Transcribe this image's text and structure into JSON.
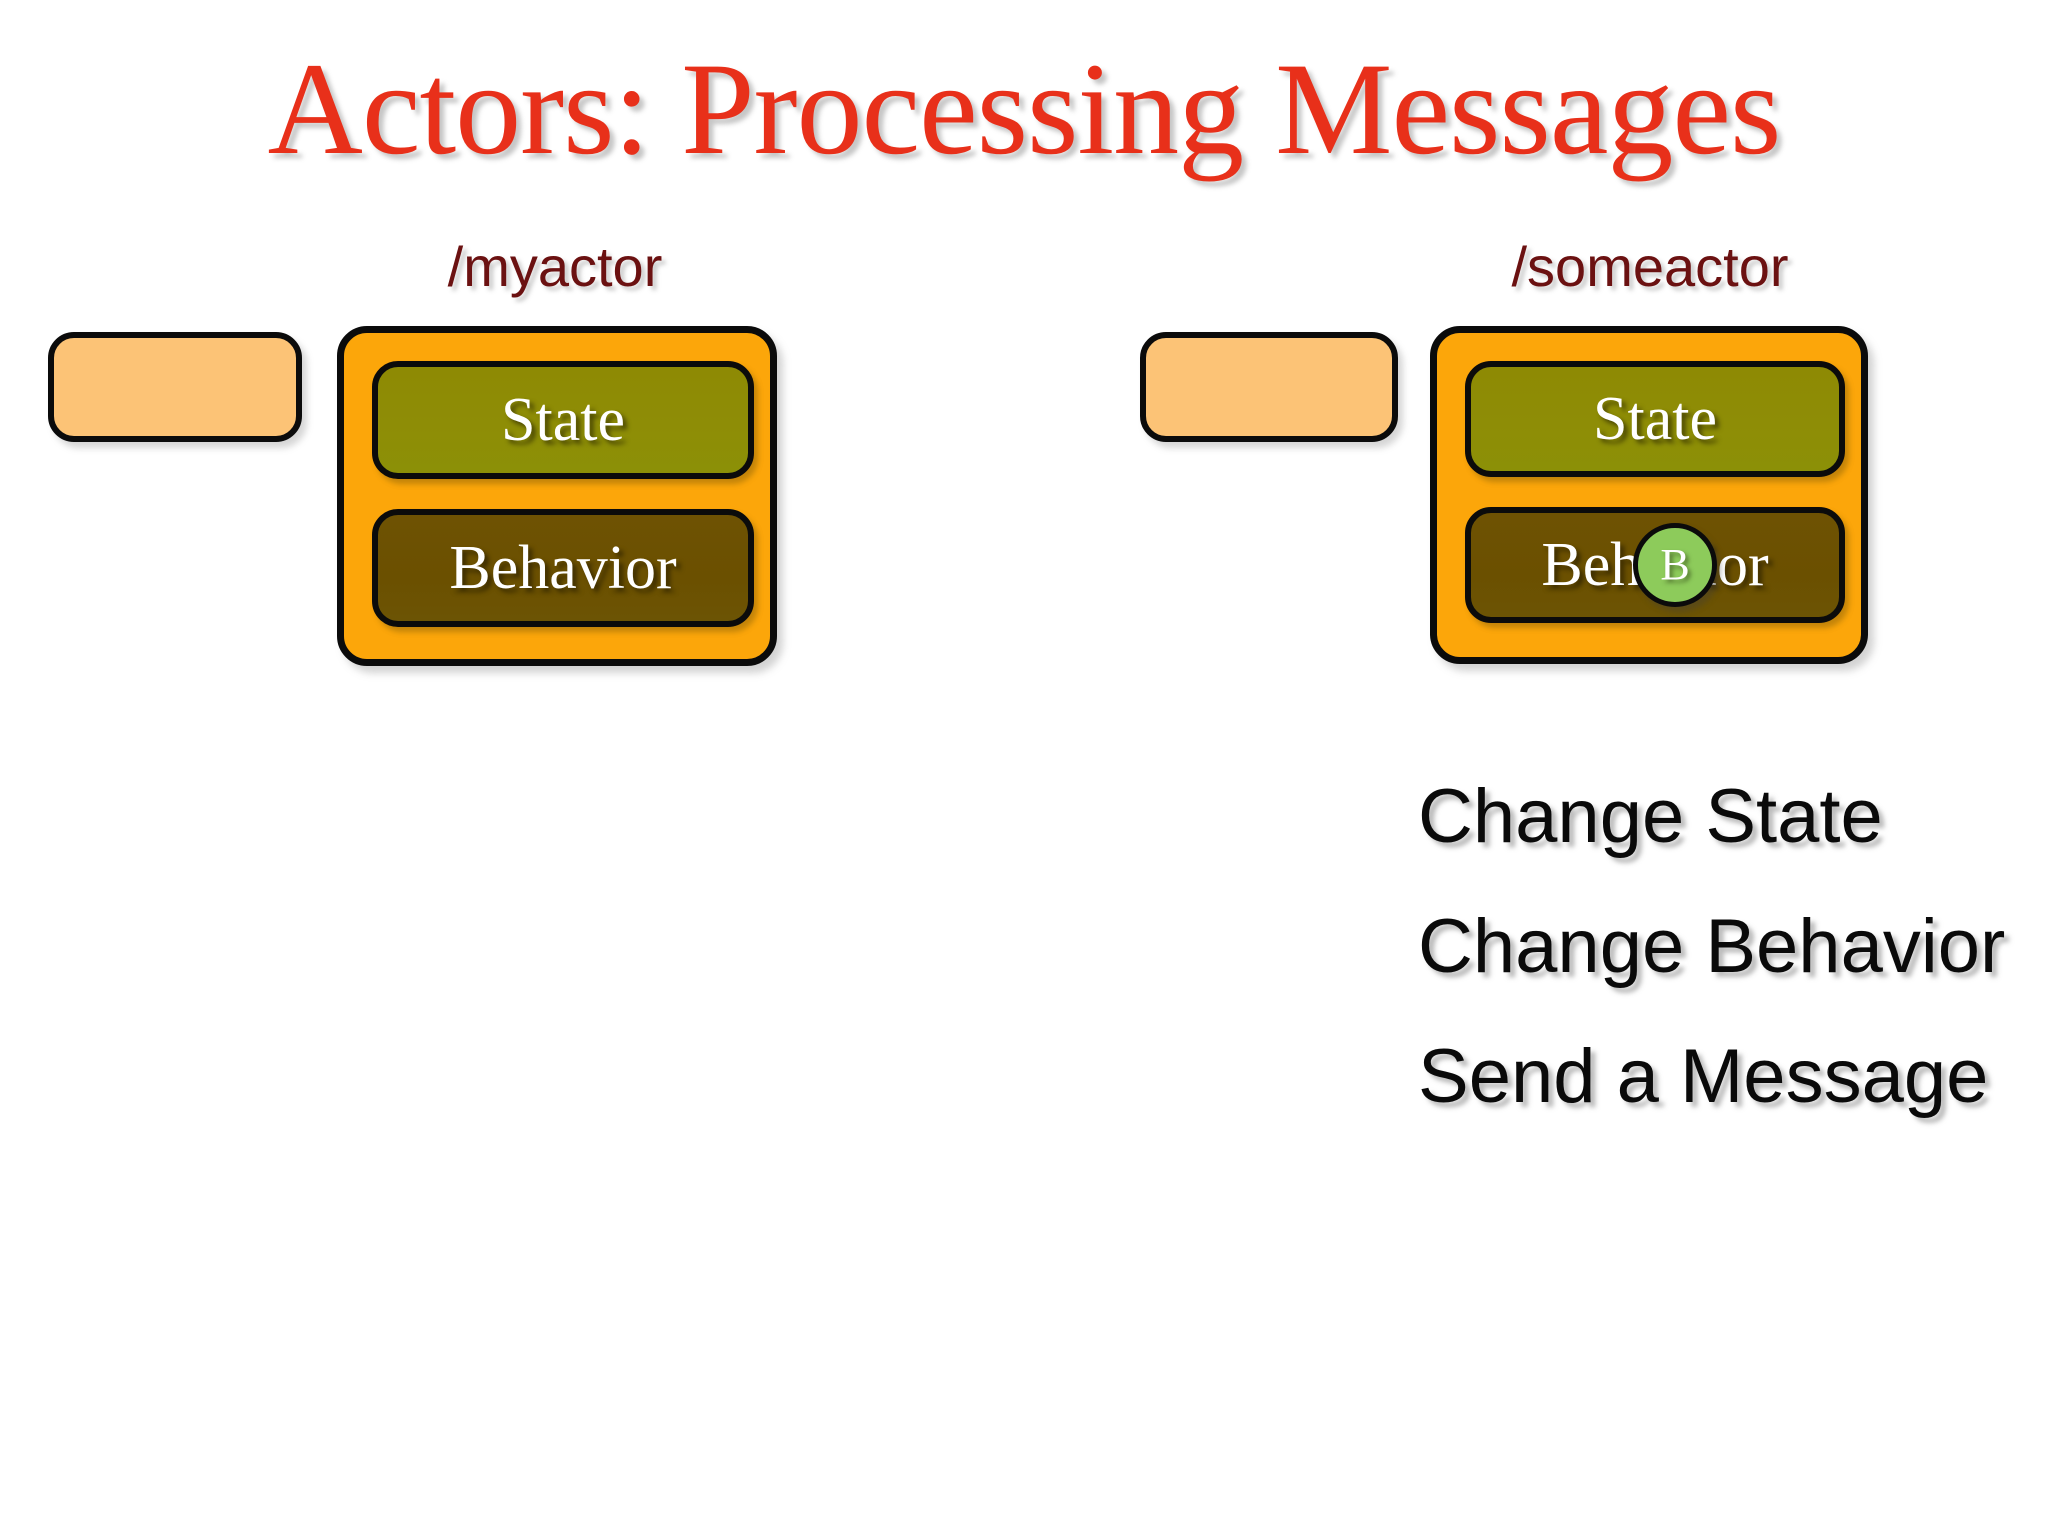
{
  "slide": {
    "title": "Actors: Processing Messages",
    "title_color": "#E8301A",
    "background_color": "#ffffff"
  },
  "actors": [
    {
      "label": "/myactor",
      "label_color": "#6B1111",
      "mailbox": {
        "name": "mailbox",
        "color": "#FCC376"
      },
      "box_color": "#FCA60A",
      "state": {
        "label": "State",
        "color": "#8E8D06"
      },
      "behavior": {
        "label": "Behavior",
        "color": "#6B5000"
      },
      "message_token": null
    },
    {
      "label": "/someactor",
      "label_color": "#6B1111",
      "mailbox": {
        "name": "mailbox",
        "color": "#FCC376"
      },
      "box_color": "#FCA60A",
      "state": {
        "label": "State",
        "color": "#8E8D06"
      },
      "behavior": {
        "label": "Behavior",
        "color": "#6B5000"
      },
      "message_token": {
        "label": "B",
        "color": "#8DCB5B"
      }
    }
  ],
  "actions": {
    "items": [
      {
        "label": "Change State"
      },
      {
        "label": "Change Behavior"
      },
      {
        "label": "Send a Message"
      }
    ]
  }
}
